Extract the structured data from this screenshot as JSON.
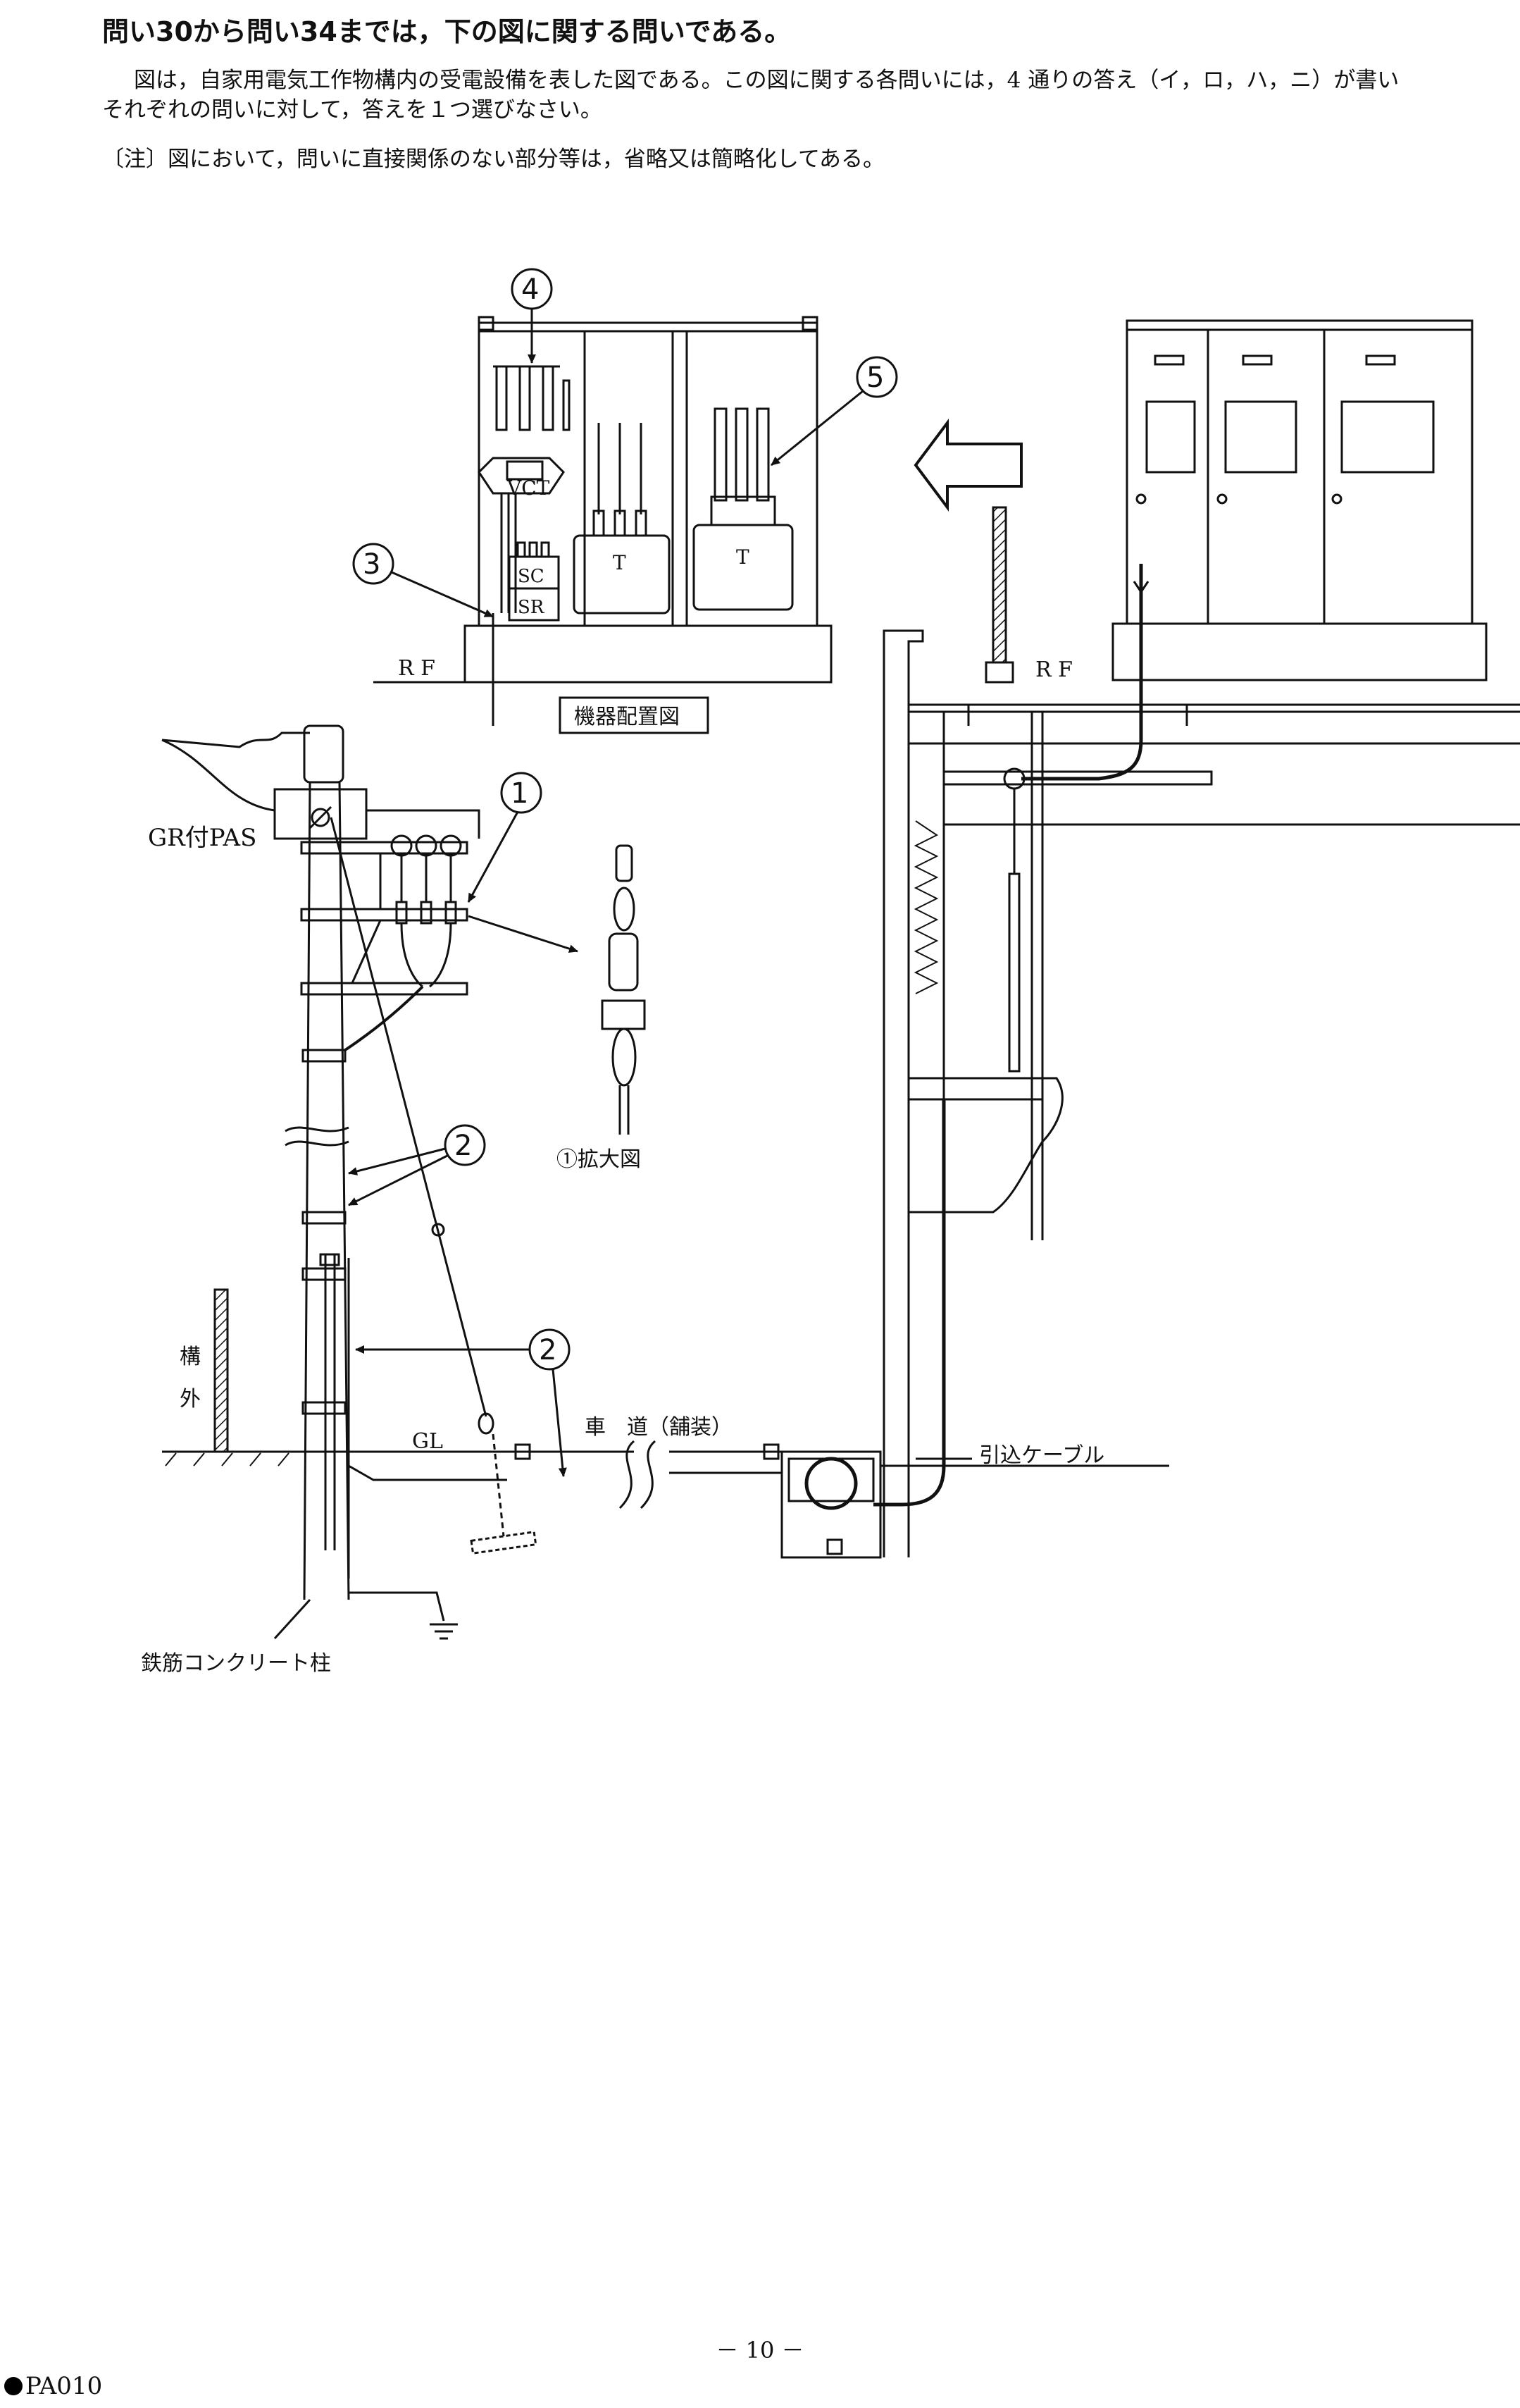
{
  "heading": "問い30から問い34までは，下の図に関する問いである。",
  "intro_line1": "図は，自家用電気工作物構内の受電設備を表した図である。この図に関する各問いには，4 通りの答え（イ，ロ，ハ，ニ）が書い",
  "intro_line2": "それぞれの問いに対して，答えを１つ選びなさい。",
  "note": "〔注〕図において，問いに直接関係のない部分等は，省略又は簡略化してある。",
  "figure": {
    "markers": [
      "1",
      "2",
      "2",
      "3",
      "4",
      "5"
    ],
    "labels": {
      "vct": "VCT",
      "sc": "SC",
      "sr": "SR",
      "t1": "T",
      "t2": "T",
      "rf_left": "R F",
      "rf_right": "R F",
      "equipment_layout": "機器配置図",
      "gr_pas": "GR付PAS",
      "enlarged": "①拡大図",
      "outside": "構\n外",
      "gl": "GL",
      "road": "車　道（舗装）",
      "lead_in_cable": "引込ケーブル",
      "pole": "鉄筋コンクリート柱"
    }
  },
  "page_number": "－ 10 －",
  "page_code": "PA010"
}
